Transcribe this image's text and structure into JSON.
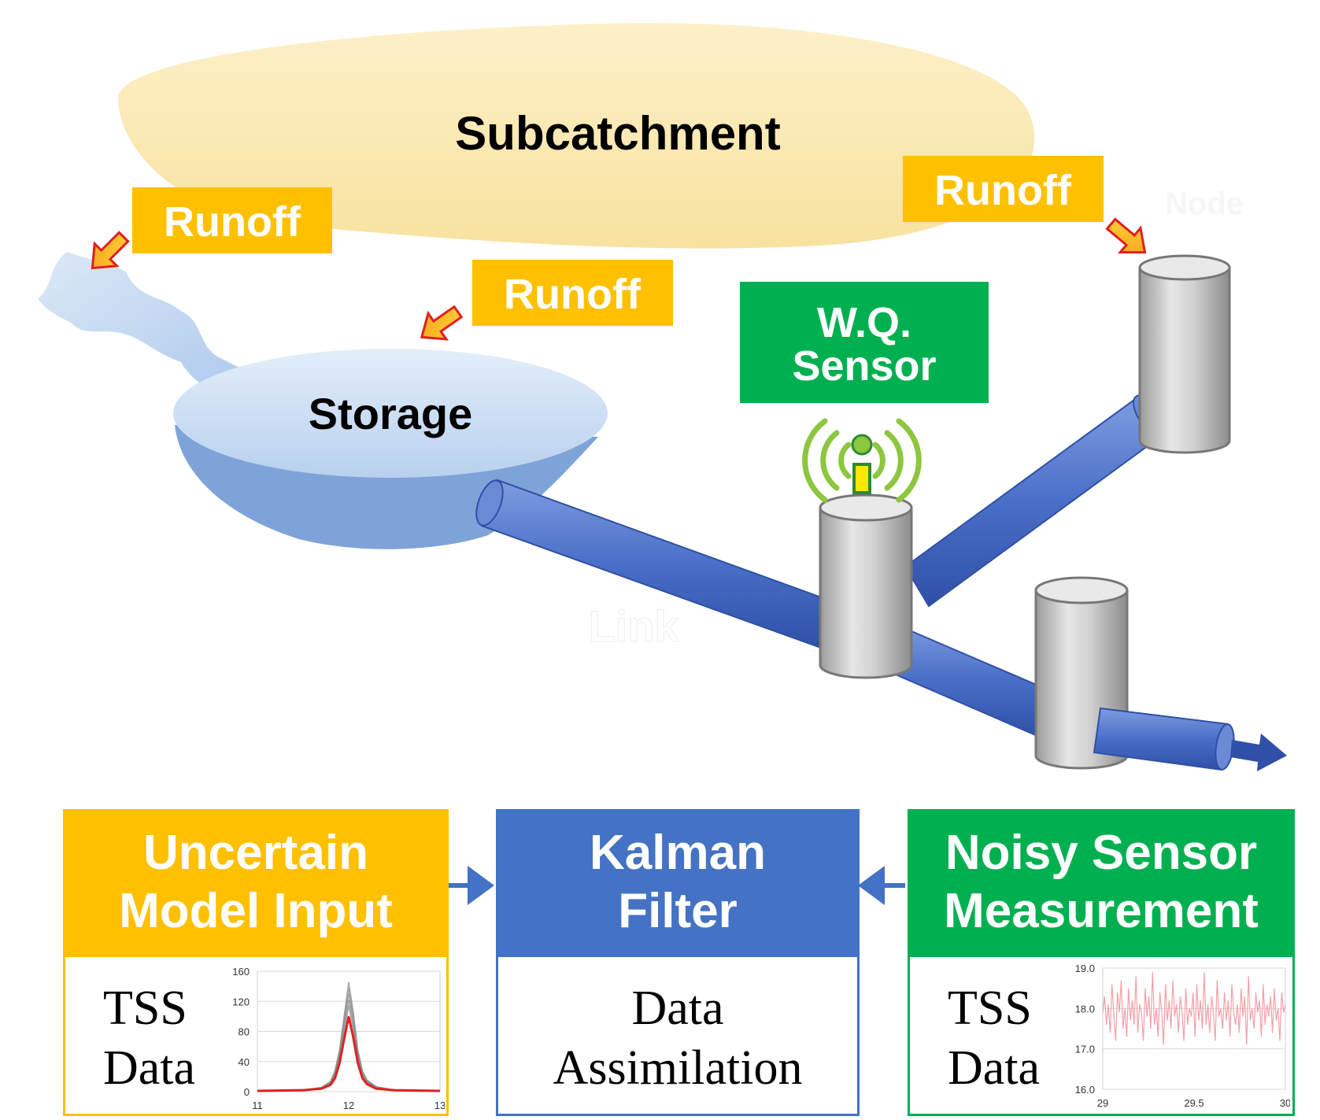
{
  "diagram": {
    "subcatchment": "Subcatchment",
    "runoff_labels": [
      "Runoff",
      "Runoff",
      "Runoff"
    ],
    "storage": "Storage",
    "sensor_line1": "W.Q.",
    "sensor_line2": "Sensor",
    "link": "Link",
    "node": "Node"
  },
  "colors": {
    "runoff_bg": "#ffc000",
    "sensor_bg": "#00b050",
    "kalman_bg": "#4472c4",
    "pipe": "#4a6fc8",
    "subcatchment": "#fbe9b0",
    "storage_top": "#c9dcf1",
    "storage_body": "#7ea3d8",
    "measurement_line": "#f4a0a8",
    "model_line": "#e02020"
  },
  "panels": {
    "model_input": {
      "title_line1": "Uncertain",
      "title_line2": "Model Input",
      "body_line1": "TSS",
      "body_line2": "Data"
    },
    "kalman": {
      "title_line1": "Kalman",
      "title_line2": "Filter",
      "body_line1": "Data",
      "body_line2": "Assimilation"
    },
    "sensor": {
      "title_line1": "Noisy Sensor",
      "title_line2": "Measurement",
      "body_line1": "TSS",
      "body_line2": "Data"
    }
  },
  "chart_data": [
    {
      "type": "line",
      "title": "",
      "xlabel": "",
      "ylabel": "",
      "x_ticks": [
        "11",
        "12",
        "13"
      ],
      "y_ticks": [
        "0",
        "40",
        "80",
        "120",
        "160"
      ],
      "xlim": [
        11,
        13
      ],
      "ylim": [
        0,
        160
      ],
      "grid": true,
      "series": [
        {
          "style": "ensemble",
          "color": "#888888",
          "x": [
            11,
            11.5,
            11.7,
            11.8,
            11.85,
            11.9,
            11.95,
            12.0,
            12.05,
            12.1,
            12.15,
            12.2,
            12.3,
            12.5,
            13
          ],
          "values": [
            1,
            2,
            5,
            12,
            25,
            50,
            90,
            130,
            95,
            50,
            25,
            14,
            6,
            2,
            1
          ]
        },
        {
          "style": "mean",
          "color": "#e02020",
          "x": [
            11,
            11.5,
            11.7,
            11.8,
            11.85,
            11.9,
            11.95,
            12.0,
            12.05,
            12.1,
            12.15,
            12.2,
            12.3,
            12.5,
            13
          ],
          "values": [
            1,
            2,
            4,
            9,
            18,
            38,
            70,
            100,
            72,
            38,
            18,
            10,
            4,
            2,
            1
          ]
        }
      ]
    },
    {
      "type": "line",
      "title": "",
      "xlabel": "",
      "ylabel": "",
      "x_ticks": [
        "29",
        "29.5",
        "30"
      ],
      "y_ticks": [
        "16.0",
        "17.0",
        "18.0",
        "19.0"
      ],
      "xlim": [
        29,
        30
      ],
      "ylim": [
        16.0,
        19.0
      ],
      "grid": true,
      "series": [
        {
          "style": "noisy",
          "color": "#f4a0a8",
          "x_start": 29,
          "x_end": 30,
          "values": [
            17.9,
            18.3,
            17.6,
            18.1,
            17.4,
            18.6,
            17.8,
            17.2,
            18.4,
            17.9,
            18.7,
            17.5,
            18.0,
            17.3,
            18.5,
            17.7,
            18.2,
            17.6,
            18.8,
            17.4,
            18.1,
            17.9,
            17.2,
            18.5,
            17.8,
            18.3,
            17.5,
            18.9,
            17.6,
            18.0,
            17.3,
            18.4,
            17.9,
            17.1,
            18.6,
            17.7,
            18.2,
            17.5,
            18.7,
            17.8,
            18.1,
            17.4,
            18.3,
            17.9,
            17.2,
            18.5,
            17.6,
            18.0,
            17.8,
            18.4,
            17.3,
            18.6,
            17.7,
            18.2,
            17.5,
            18.9,
            17.6,
            18.1,
            17.4,
            18.3,
            17.9,
            17.2,
            18.7,
            17.8,
            18.0,
            17.5,
            18.4,
            17.7,
            18.2,
            17.3,
            18.6,
            17.9,
            17.6,
            18.1,
            17.4,
            18.5,
            17.8,
            18.3,
            17.1,
            18.8,
            17.7,
            18.0,
            17.5,
            18.4,
            17.9,
            18.2,
            17.3,
            18.6,
            17.6,
            18.1,
            17.8,
            18.3,
            17.4,
            18.5,
            17.7,
            18.0,
            17.2,
            18.4,
            17.9,
            18.1
          ]
        }
      ]
    }
  ]
}
